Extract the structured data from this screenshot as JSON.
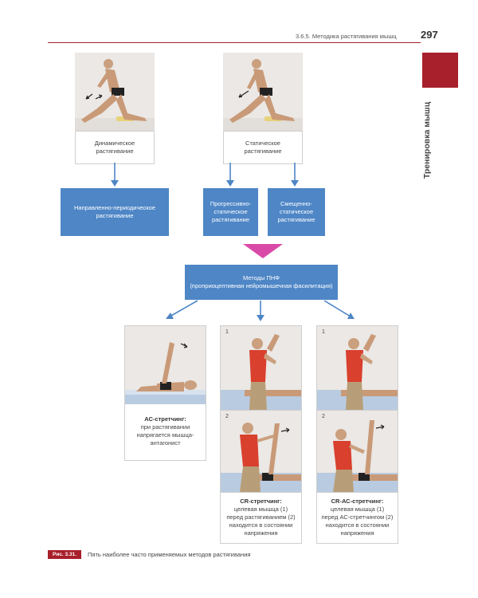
{
  "header": {
    "section": "3.6.5. Методика растягивания мышц",
    "page_number": "297",
    "side_title": "Тренировка мышц"
  },
  "top_diagram": {
    "dynamic": {
      "line1": "Динамическое",
      "line2": "растягивание"
    },
    "static": {
      "line1": "Статическое",
      "line2": "растягивание"
    },
    "directed_periodic": {
      "line1": "Направленно-периодическое",
      "line2": "растягивание"
    },
    "progressive_static": {
      "line1": "Прогрессивно-",
      "line2": "статическое",
      "line3": "растягивание"
    },
    "shifted_static": {
      "line1": "Смещенно-",
      "line2": "статическое",
      "line3": "растягивание"
    }
  },
  "pnf": {
    "line1": "Методы ПНФ",
    "line2": "(проприоцептивная нейромышечная фасилитация)"
  },
  "methods": [
    {
      "title": "АС-стретчинг:",
      "desc": [
        "при растягивании",
        "напрягается мышца-",
        "антагонист"
      ]
    },
    {
      "photo_labels": [
        "1",
        "2"
      ],
      "title": "CR-стретчинг:",
      "desc": [
        "целевая мышца (1)",
        "перед растягиванием (2)",
        "находится в состоянии",
        "напряжения"
      ]
    },
    {
      "photo_labels": [
        "1",
        "2"
      ],
      "title": "CR-АС-стретчинг:",
      "desc": [
        "целевая мышца (1)",
        "перед АС-стретчингом (2)",
        "находится в состоянии",
        "напряжения"
      ]
    }
  ],
  "figure": {
    "badge": "Рис. 3.31.",
    "caption": "Пять наиболее часто применяемых методов растягивания"
  },
  "colors": {
    "accent_red": "#a8202b",
    "box_blue": "#4e86c6",
    "pnf_pink": "#d94aa8"
  }
}
